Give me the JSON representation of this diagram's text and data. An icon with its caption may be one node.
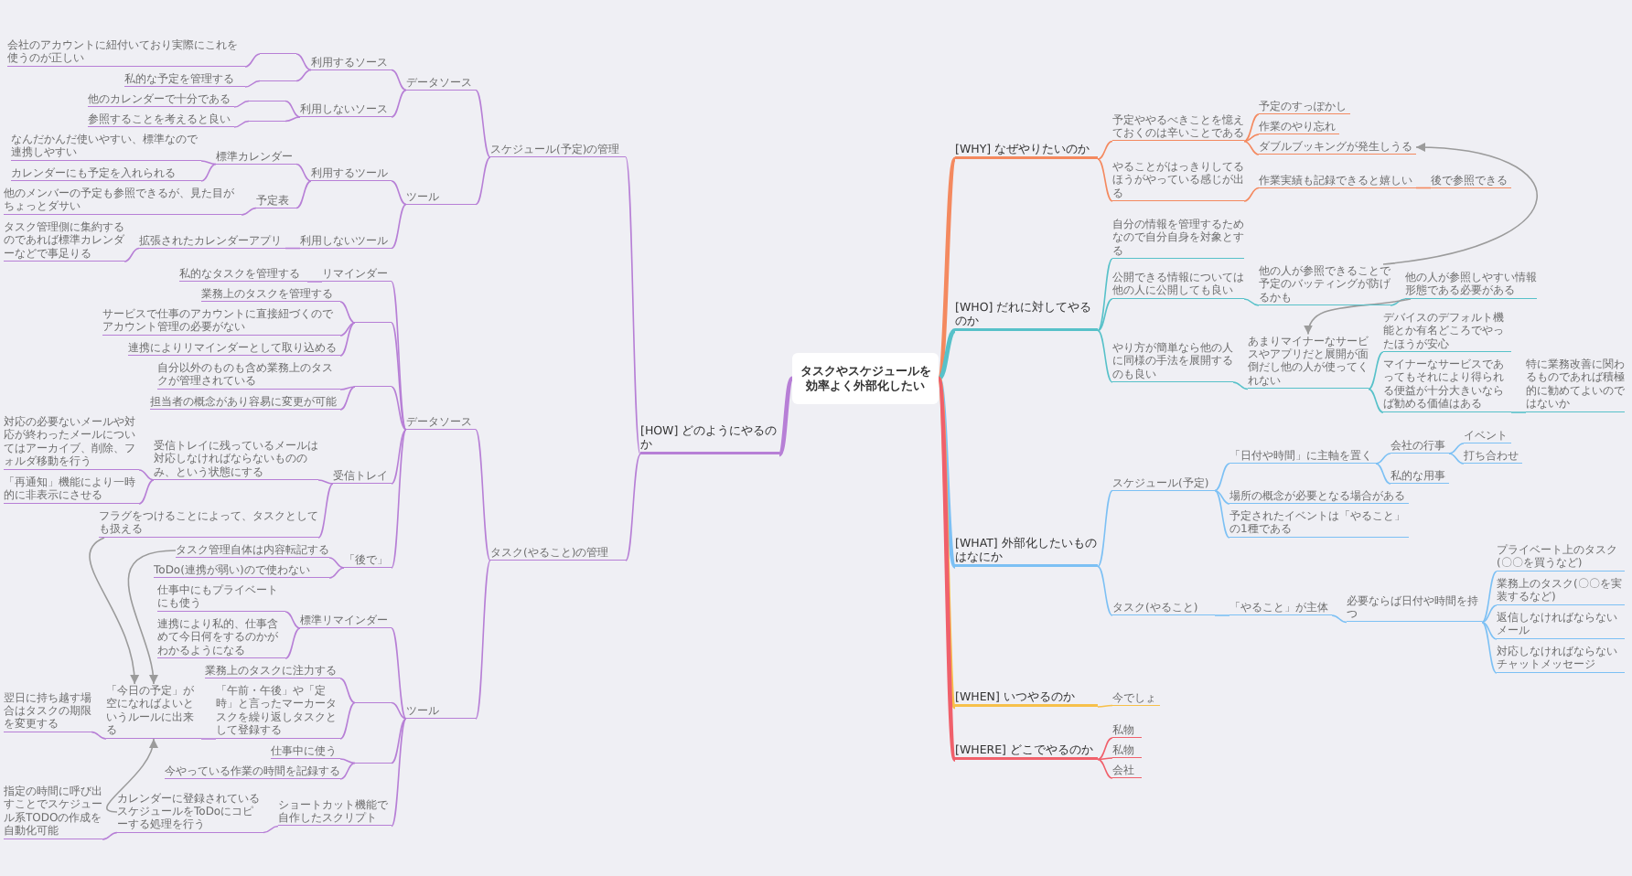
{
  "diagram": {
    "nodes": [
      {
        "text": [
          "タスクやスケジュールを効率よく外部化したい"
        ]
      },
      {
        "text": [
          "[WHY] なぜやりたいのか"
        ]
      },
      {
        "text": [
          "予定ややるべきことを憶えておくのは辛いことである"
        ]
      },
      {
        "text": [
          "予定のすっぽかし"
        ]
      },
      {
        "text": [
          "作業のやり忘れ"
        ]
      },
      {
        "text": [
          "ダブルブッキングが発生しうる"
        ]
      },
      {
        "text": [
          "やることがはっきりしてるほうがやっている感じが出る"
        ]
      },
      {
        "text": [
          "作業実績も記録できると嬉しい"
        ]
      },
      {
        "text": [
          "後で参照できる"
        ]
      },
      {
        "text": [
          "[WHO] だれに対してやるのか"
        ]
      },
      {
        "text": [
          "自分の情報を管理するためなので自分自身を対象とする"
        ]
      },
      {
        "text": [
          "公開できる情報については他の人に公開しても良い"
        ]
      },
      {
        "text": [
          "他の人が参照できることで予定のバッティングが防げるかも"
        ]
      },
      {
        "text": [
          "他の人が参照しやすい情報形態である必要がある"
        ]
      },
      {
        "text": [
          "やり方が簡単なら他の人に同様の手法を展開するのも良い"
        ]
      },
      {
        "text": [
          "あまりマイナーなサービスやアプリだと展開が面倒だし他の人が使ってくれない"
        ]
      },
      {
        "text": [
          "デバイスのデフォルト機能とか有名どころでやったほうが安心"
        ]
      },
      {
        "text": [
          "マイナーなサービスであってもそれにより得られる便益が十分大きいならば勧める価値はある"
        ]
      },
      {
        "text": [
          "特に業務改善に関わるものであれば積極的に勧めてよいのではないか"
        ]
      },
      {
        "text": [
          "[WHAT] 外部化したいものはなにか"
        ]
      },
      {
        "text": [
          "スケジュール(予定)"
        ]
      },
      {
        "text": [
          "「日付や時間」に主軸を置く"
        ]
      },
      {
        "text": [
          "会社の行事"
        ]
      },
      {
        "text": [
          "イベント"
        ]
      },
      {
        "text": [
          "打ち合わせ"
        ]
      },
      {
        "text": [
          "私的な用事"
        ]
      },
      {
        "text": [
          "場所の概念が必要となる場合がある"
        ]
      },
      {
        "text": [
          "予定されたイベントは「やること」の1種である"
        ]
      },
      {
        "text": [
          "タスク(やること)"
        ]
      },
      {
        "text": [
          "「やること」が主体"
        ]
      },
      {
        "text": [
          "必要ならば日付や時間を持つ"
        ]
      },
      {
        "text": [
          "プライベート上のタスク(〇〇を買うなど)"
        ]
      },
      {
        "text": [
          "業務上のタスク(〇〇を実装するなど)"
        ]
      },
      {
        "text": [
          "返信しなければならないメール"
        ]
      },
      {
        "text": [
          "対応しなければならないチャットメッセージ"
        ]
      },
      {
        "text": [
          "[WHEN] いつやるのか"
        ]
      },
      {
        "text": [
          "今でしょ"
        ]
      },
      {
        "text": [
          "[WHERE] どこでやるのか"
        ]
      },
      {
        "text": [
          "私物"
        ]
      },
      {
        "text": [
          "私物"
        ]
      },
      {
        "text": [
          "会社"
        ]
      },
      {
        "text": [
          "[HOW] どのようにやるのか"
        ]
      },
      {
        "text": [
          "スケジュール(予定)の管理"
        ]
      },
      {
        "text": [
          "データソース"
        ]
      },
      {
        "text": [
          "利用するソース"
        ]
      },
      {
        "text": [],
        "shape": "bar"
      },
      {
        "text": [
          "会社のアカウントに紐付いており実際にこれを使うのが正しい"
        ]
      },
      {
        "text": [],
        "shape": "bar"
      },
      {
        "text": [
          "私的な予定を管理する"
        ]
      },
      {
        "text": [
          "利用しないソース"
        ]
      },
      {
        "text": [],
        "shape": "bar"
      },
      {
        "text": [
          "他のカレンダーで十分である"
        ]
      },
      {
        "text": [],
        "shape": "bar"
      },
      {
        "text": [
          "参照することを考えると良い"
        ]
      },
      {
        "text": [
          "ツール"
        ]
      },
      {
        "text": [
          "利用するツール"
        ]
      },
      {
        "text": [
          "標準カレンダー"
        ]
      },
      {
        "text": [
          "なんだかんだ使いやすい、標準なので連携しやすい"
        ]
      },
      {
        "text": [
          "カレンダーにも予定を入れられる"
        ]
      },
      {
        "text": [
          "予定表"
        ]
      },
      {
        "text": [
          "他のメンバーの予定も参照できるが、見た目がちょっとダサい"
        ]
      },
      {
        "text": [
          "利用しないツール"
        ]
      },
      {
        "text": [
          "拡張されたカレンダーアプリ"
        ]
      },
      {
        "text": [
          "タスク管理側に集約するのであれば標準カレンダーなどで事足りる"
        ]
      },
      {
        "text": [
          "タスク(やること)の管理"
        ]
      },
      {
        "text": [
          "データソース"
        ]
      },
      {
        "text": [
          "リマインダー"
        ]
      },
      {
        "text": [
          "私的なタスクを管理する"
        ]
      },
      {
        "text": [],
        "shape": "bar"
      },
      {
        "text": [
          "業務上のタスクを管理する"
        ]
      },
      {
        "text": [
          "サービスで仕事のアカウントに直接紐づくのでアカウント管理の必要がない"
        ]
      },
      {
        "text": [
          "連携によりリマインダーとして取り込める"
        ]
      },
      {
        "text": [],
        "shape": "bar"
      },
      {
        "text": [
          "自分以外のものも含め業務上のタスクが管理されている"
        ]
      },
      {
        "text": [
          "担当者の概念があり容易に変更が可能"
        ]
      },
      {
        "text": [
          "受信トレイ"
        ]
      },
      {
        "text": [
          "受信トレイに残っているメールは対応しなければならないもののみ、という状態にする"
        ]
      },
      {
        "text": [
          "対応の必要ないメールや対応が終わったメールについてはアーカイブ、削除、フォルダ移動を行う"
        ]
      },
      {
        "text": [
          "「再通知」機能により一時的に非表示にさせる"
        ]
      },
      {
        "text": [
          "フラグをつけることによって、タスクとしても扱える"
        ]
      },
      {
        "text": [
          "「後で」"
        ]
      },
      {
        "text": [
          "タスク管理自体は内容転記する"
        ]
      },
      {
        "text": [
          "ToDo(連携が弱い)ので使わない"
        ]
      },
      {
        "text": [
          "ツール"
        ]
      },
      {
        "text": [
          "標準リマインダー"
        ]
      },
      {
        "text": [
          "仕事中にもプライベートにも使う"
        ]
      },
      {
        "text": [
          "連携により私的、仕事含めて今日何をするのかがわかるようになる"
        ]
      },
      {
        "text": [],
        "shape": "bar"
      },
      {
        "text": [
          "業務上のタスクに注力する"
        ]
      },
      {
        "text": [
          "「午前・午後」や「定時」と言ったマーカータスクを繰り返しタスクとして登録する"
        ]
      },
      {
        "text": [
          "「今日の予定」が空になればよいというルールに出来る"
        ]
      },
      {
        "text": [
          "翌日に持ち越す場合はタスクの期限を変更する"
        ]
      },
      {
        "text": [],
        "shape": "bar"
      },
      {
        "text": [
          "仕事中に使う"
        ]
      },
      {
        "text": [
          "今やっている作業の時間を記録する"
        ]
      },
      {
        "text": [
          "ショートカット機能で自作したスクリプト"
        ]
      },
      {
        "text": [
          "カレンダーに登録されているスケジュールをToDoにコピーする処理を行う"
        ]
      },
      {
        "text": [
          "指定の時間に呼び出すことでスケジュール系TODOの作成を自動化可能"
        ]
      }
    ],
    "edges": [
      {
        "from": 0,
        "to": 1,
        "arrow": "none",
        "style": "thick",
        "color": "#f4895f"
      },
      {
        "from": 1,
        "to": 2,
        "arrow": "none",
        "color": "#f4895f"
      },
      {
        "from": 2,
        "to": 3,
        "arrow": "none",
        "color": "#f4895f"
      },
      {
        "from": 2,
        "to": 4,
        "arrow": "none",
        "color": "#f4895f"
      },
      {
        "from": 2,
        "to": 5,
        "arrow": "none",
        "color": "#f4895f"
      },
      {
        "from": 1,
        "to": 6,
        "arrow": "none",
        "color": "#f4895f"
      },
      {
        "from": 6,
        "to": 7,
        "arrow": "none",
        "color": "#f4895f"
      },
      {
        "from": 7,
        "to": 8,
        "arrow": "none",
        "color": "#f4895f"
      },
      {
        "from": 0,
        "to": 9,
        "arrow": "none",
        "style": "thick",
        "color": "#57c1c9"
      },
      {
        "from": 9,
        "to": 10,
        "arrow": "none",
        "color": "#57c1c9"
      },
      {
        "from": 9,
        "to": 11,
        "arrow": "none",
        "color": "#57c1c9"
      },
      {
        "from": 11,
        "to": 12,
        "arrow": "none",
        "color": "#57c1c9"
      },
      {
        "from": 12,
        "to": 13,
        "arrow": "none",
        "color": "#57c1c9"
      },
      {
        "from": 9,
        "to": 14,
        "arrow": "none",
        "color": "#57c1c9"
      },
      {
        "from": 14,
        "to": 15,
        "arrow": "none",
        "color": "#57c1c9"
      },
      {
        "from": 15,
        "to": 16,
        "arrow": "none",
        "color": "#57c1c9"
      },
      {
        "from": 15,
        "to": 17,
        "arrow": "none",
        "color": "#57c1c9"
      },
      {
        "from": 17,
        "to": 18,
        "arrow": "none",
        "color": "#57c1c9"
      },
      {
        "from": 0,
        "to": 19,
        "arrow": "none",
        "style": "thick",
        "color": "#7cc0f4"
      },
      {
        "from": 19,
        "to": 20,
        "arrow": "none",
        "color": "#7cc0f4"
      },
      {
        "from": 20,
        "to": 21,
        "arrow": "none",
        "color": "#7cc0f4"
      },
      {
        "from": 21,
        "to": 22,
        "arrow": "none",
        "color": "#7cc0f4"
      },
      {
        "from": 22,
        "to": 23,
        "arrow": "none",
        "color": "#7cc0f4"
      },
      {
        "from": 22,
        "to": 24,
        "arrow": "none",
        "color": "#7cc0f4"
      },
      {
        "from": 21,
        "to": 25,
        "arrow": "none",
        "color": "#7cc0f4"
      },
      {
        "from": 20,
        "to": 26,
        "arrow": "none",
        "color": "#7cc0f4"
      },
      {
        "from": 20,
        "to": 27,
        "arrow": "none",
        "color": "#7cc0f4"
      },
      {
        "from": 19,
        "to": 28,
        "arrow": "none",
        "color": "#7cc0f4"
      },
      {
        "from": 28,
        "to": 29,
        "arrow": "none",
        "color": "#7cc0f4"
      },
      {
        "from": 29,
        "to": 30,
        "arrow": "none",
        "color": "#7cc0f4"
      },
      {
        "from": 30,
        "to": 31,
        "arrow": "none",
        "color": "#7cc0f4"
      },
      {
        "from": 30,
        "to": 32,
        "arrow": "none",
        "color": "#7cc0f4"
      },
      {
        "from": 30,
        "to": 33,
        "arrow": "none",
        "color": "#7cc0f4"
      },
      {
        "from": 30,
        "to": 34,
        "arrow": "none",
        "color": "#7cc0f4"
      },
      {
        "from": 0,
        "to": 35,
        "arrow": "none",
        "style": "thick",
        "color": "#f7c04a"
      },
      {
        "from": 35,
        "to": 36,
        "arrow": "none",
        "color": "#f7c04a"
      },
      {
        "from": 0,
        "to": 37,
        "arrow": "none",
        "style": "thick",
        "color": "#f0606b"
      },
      {
        "from": 37,
        "to": 38,
        "arrow": "none",
        "color": "#f0606b"
      },
      {
        "from": 37,
        "to": 39,
        "arrow": "none",
        "color": "#f0606b"
      },
      {
        "from": 37,
        "to": 40,
        "arrow": "none",
        "color": "#f0606b"
      },
      {
        "from": 0,
        "to": 41,
        "arrow": "none",
        "style": "thick"
      },
      {
        "from": 41,
        "to": 42,
        "arrow": "none"
      },
      {
        "from": 42,
        "to": 43,
        "arrow": "none"
      },
      {
        "from": 43,
        "to": 44,
        "arrow": "none"
      },
      {
        "from": 44,
        "to": 45,
        "arrow": "none"
      },
      {
        "from": 45,
        "to": 46,
        "arrow": "none"
      },
      {
        "from": 44,
        "to": 47,
        "arrow": "none"
      },
      {
        "from": 47,
        "to": 48,
        "arrow": "none"
      },
      {
        "from": 43,
        "to": 49,
        "arrow": "none"
      },
      {
        "from": 49,
        "to": 50,
        "arrow": "none"
      },
      {
        "from": 50,
        "to": 51,
        "arrow": "none"
      },
      {
        "from": 49,
        "to": 52,
        "arrow": "none"
      },
      {
        "from": 52,
        "to": 53,
        "arrow": "none"
      },
      {
        "from": 42,
        "to": 54,
        "arrow": "none"
      },
      {
        "from": 54,
        "to": 55,
        "arrow": "none"
      },
      {
        "from": 55,
        "to": 56,
        "arrow": "none"
      },
      {
        "from": 56,
        "to": 57,
        "arrow": "none"
      },
      {
        "from": 56,
        "to": 58,
        "arrow": "none"
      },
      {
        "from": 55,
        "to": 59,
        "arrow": "none"
      },
      {
        "from": 59,
        "to": 60,
        "arrow": "none"
      },
      {
        "from": 54,
        "to": 61,
        "arrow": "none"
      },
      {
        "from": 61,
        "to": 62,
        "arrow": "none"
      },
      {
        "from": 62,
        "to": 63,
        "arrow": "none"
      },
      {
        "from": 41,
        "to": 64,
        "arrow": "none"
      },
      {
        "from": 64,
        "to": 65,
        "arrow": "none"
      },
      {
        "from": 65,
        "to": 66,
        "arrow": "none"
      },
      {
        "from": 66,
        "to": 67,
        "arrow": "none"
      },
      {
        "from": 65,
        "to": 68,
        "arrow": "none"
      },
      {
        "from": 68,
        "to": 69,
        "arrow": "none"
      },
      {
        "from": 68,
        "to": 70,
        "arrow": "none"
      },
      {
        "from": 68,
        "to": 71,
        "arrow": "none"
      },
      {
        "from": 65,
        "to": 72,
        "arrow": "none"
      },
      {
        "from": 72,
        "to": 73,
        "arrow": "none"
      },
      {
        "from": 72,
        "to": 74,
        "arrow": "none"
      },
      {
        "from": 65,
        "to": 75,
        "arrow": "none"
      },
      {
        "from": 75,
        "to": 76,
        "arrow": "none"
      },
      {
        "from": 76,
        "to": 77,
        "arrow": "none"
      },
      {
        "from": 76,
        "to": 78,
        "arrow": "none"
      },
      {
        "from": 75,
        "to": 79,
        "arrow": "none"
      },
      {
        "from": 65,
        "to": 80,
        "arrow": "none"
      },
      {
        "from": 80,
        "to": 81,
        "arrow": "none"
      },
      {
        "from": 80,
        "to": 82,
        "arrow": "none"
      },
      {
        "from": 64,
        "to": 83,
        "arrow": "none"
      },
      {
        "from": 83,
        "to": 84,
        "arrow": "none"
      },
      {
        "from": 84,
        "to": 85,
        "arrow": "none"
      },
      {
        "from": 84,
        "to": 86,
        "arrow": "none"
      },
      {
        "from": 83,
        "to": 87,
        "arrow": "none"
      },
      {
        "from": 87,
        "to": 88,
        "arrow": "none"
      },
      {
        "from": 87,
        "to": 89,
        "arrow": "none"
      },
      {
        "from": 89,
        "to": 90,
        "arrow": "none"
      },
      {
        "from": 90,
        "to": 91,
        "arrow": "none"
      },
      {
        "from": 83,
        "to": 92,
        "arrow": "none"
      },
      {
        "from": 92,
        "to": 93,
        "arrow": "none"
      },
      {
        "from": 92,
        "to": 94,
        "arrow": "none"
      },
      {
        "from": 83,
        "to": 95,
        "arrow": "none"
      },
      {
        "from": 95,
        "to": 96,
        "arrow": "none"
      },
      {
        "from": 96,
        "to": 97,
        "arrow": "none"
      },
      {
        "from": 12,
        "to": 5,
        "arrow": "to",
        "color": "#9b9b9b"
      },
      {
        "from": 13,
        "to": 15,
        "arrow": "to",
        "color": "#9b9b9b"
      },
      {
        "from": 79,
        "to": 90,
        "arrow": "to",
        "color": "#9b9b9b"
      },
      {
        "from": 81,
        "to": 90,
        "arrow": "to",
        "color": "#9b9b9b"
      },
      {
        "from": 96,
        "to": 90,
        "arrow": "to",
        "color": "#9b9b9b"
      }
    ]
  }
}
